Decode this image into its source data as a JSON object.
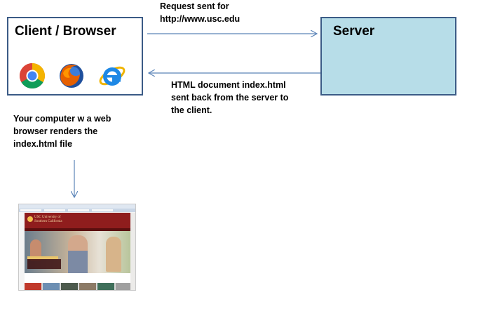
{
  "client": {
    "title": "Client / Browser"
  },
  "server": {
    "title": "Server"
  },
  "request_note": "Request sent for\nhttp://www.usc.edu",
  "response_note": "HTML document index.html\nsent back from the server to\nthe client.",
  "computer_note": "Your computer w a web\nbrowser renders the\nindex.html file",
  "thumbnail": {
    "logo_text": "USC University of\nSouthern California"
  },
  "colors": {
    "box_border": "#3b5b86",
    "server_fill": "#b7dde8",
    "arrow": "#5b84b8"
  },
  "icons": [
    "chrome-icon",
    "firefox-icon",
    "internet-explorer-icon"
  ]
}
